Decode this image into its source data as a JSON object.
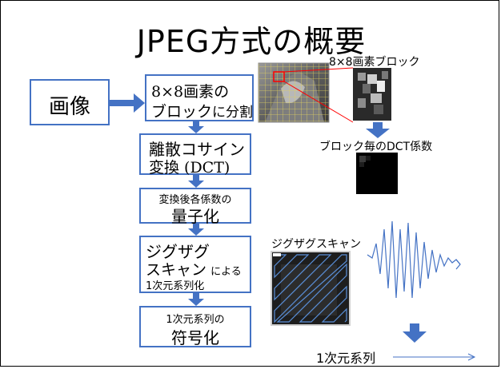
{
  "title": "JPEG方式の概要",
  "input_label": "画像",
  "steps": {
    "block_split": {
      "line1": "8×8画素の",
      "line2a": "ブロック",
      "line2b": "に分割"
    },
    "dct": {
      "line1": "離散コサイン",
      "line2": "変換 (DCT)"
    },
    "quant": {
      "line1": "変換後各係数の",
      "line2": "量子化"
    },
    "zigzag": {
      "line1": "ジグザグ",
      "line2a": "スキャン",
      "line2b": "による",
      "line3": "1次元系列化"
    },
    "encode": {
      "line1": "1次元系列の",
      "line2": "符号化"
    }
  },
  "labels": {
    "block_8x8": "8×8画素ブロック",
    "dct_coeffs": "ブロック毎のDCT係数",
    "zigzag_scan": "ジグザグスキャン",
    "sequence_1d": "1次元系列"
  },
  "colors": {
    "accent": "#4472c4",
    "box_border": "#4472c4",
    "highlight": "#ff0000"
  }
}
